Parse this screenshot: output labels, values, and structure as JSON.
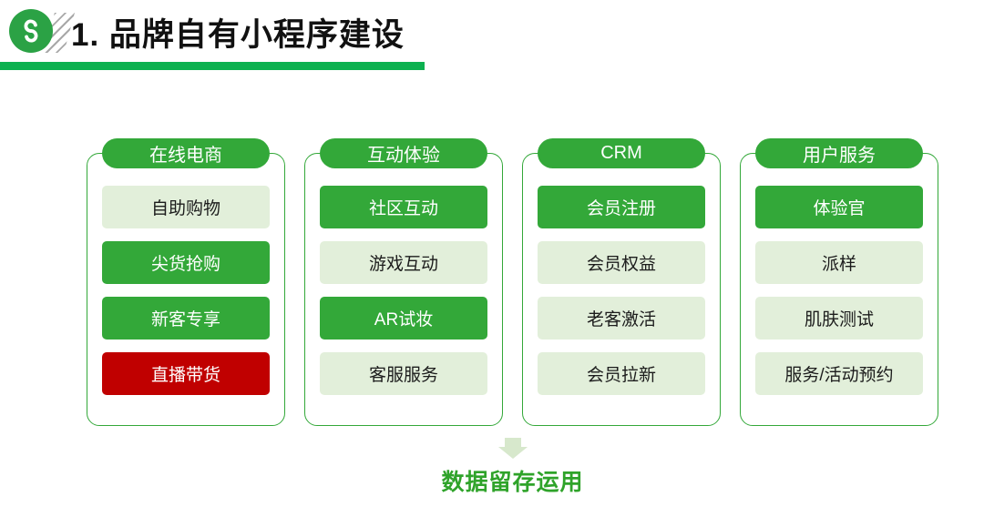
{
  "header": {
    "title": "1. 品牌自有小程序建设",
    "logo_icon": "wechat-miniprogram-icon"
  },
  "colors": {
    "logo_green": "#2BA245",
    "bar_green": "#0DB150",
    "green": "#33A839",
    "light_green": "#E2EFDA",
    "red": "#C00000",
    "arrow_green": "#D7E8CC",
    "footer_green": "#2FA32A",
    "text_dark": "#111111"
  },
  "columns": [
    {
      "title": "在线电商",
      "items": [
        {
          "label": "自助购物",
          "variant": "light"
        },
        {
          "label": "尖货抢购",
          "variant": "green"
        },
        {
          "label": "新客专享",
          "variant": "green"
        },
        {
          "label": "直播带货",
          "variant": "red"
        }
      ]
    },
    {
      "title": "互动体验",
      "items": [
        {
          "label": "社区互动",
          "variant": "green"
        },
        {
          "label": "游戏互动",
          "variant": "light"
        },
        {
          "label": "AR试妆",
          "variant": "green"
        },
        {
          "label": "客服服务",
          "variant": "light"
        }
      ]
    },
    {
      "title": "CRM",
      "items": [
        {
          "label": "会员注册",
          "variant": "green"
        },
        {
          "label": "会员权益",
          "variant": "light"
        },
        {
          "label": "老客激活",
          "variant": "light"
        },
        {
          "label": "会员拉新",
          "variant": "light"
        }
      ]
    },
    {
      "title": "用户服务",
      "items": [
        {
          "label": "体验官",
          "variant": "green"
        },
        {
          "label": "派样",
          "variant": "light"
        },
        {
          "label": "肌肤测试",
          "variant": "light"
        },
        {
          "label": "服务/活动预约",
          "variant": "light"
        }
      ]
    }
  ],
  "footer": {
    "label": "数据留存运用",
    "arrow_icon": "down-arrow-icon"
  }
}
